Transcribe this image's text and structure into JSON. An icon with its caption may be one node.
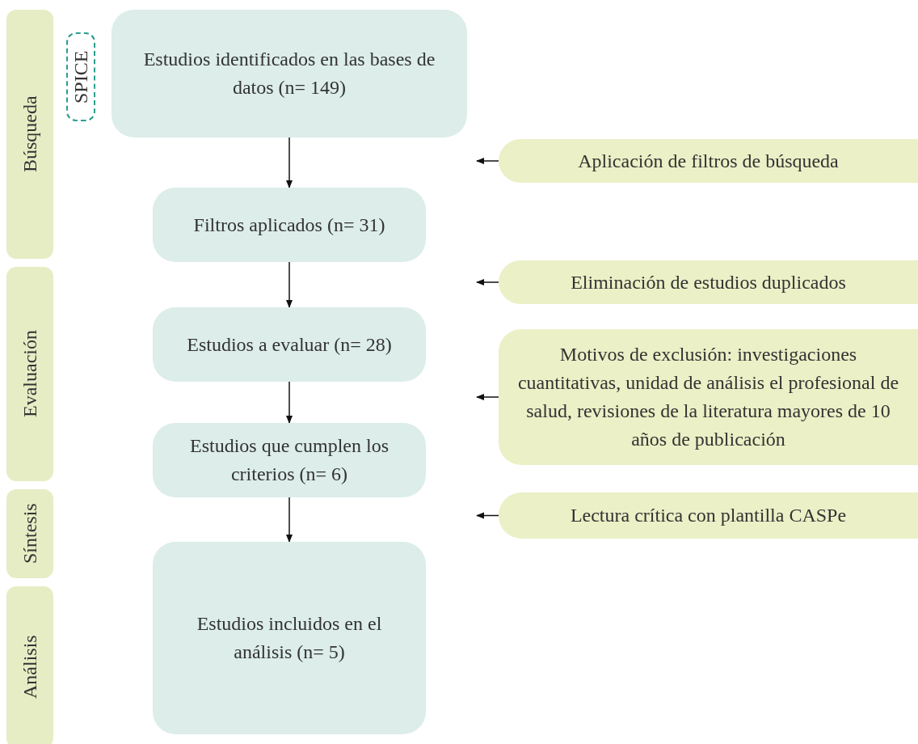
{
  "diagram": {
    "nodes": [
      {
        "text": [
          "Búsqueda"
        ]
      },
      {
        "text": [
          "SPICE"
        ]
      },
      {
        "text": [
          "Estudios identificados en las bases de datos (n= 149)"
        ]
      },
      {
        "text": [
          "Aplicación de filtros de búsqueda"
        ]
      },
      {
        "text": [
          "Filtros aplicados (n= 31)"
        ]
      },
      {
        "text": [
          "Evaluación"
        ]
      },
      {
        "text": [
          "Eliminación de estudios duplicados"
        ]
      },
      {
        "text": [
          "Estudios a evaluar (n= 28)"
        ]
      },
      {
        "text": [
          "Motivos de exclusión: investigaciones cuantitativas, unidad de análisis el profesional de salud, revisiones de la literatura mayores de 10 años de publicación"
        ]
      },
      {
        "text": [
          "Estudios que cumplen los criterios (n= 6)"
        ]
      },
      {
        "text": [
          "Síntesis"
        ]
      },
      {
        "text": [
          "Lectura crítica con plantilla CASPe"
        ]
      },
      {
        "text": [
          "Análisis"
        ]
      },
      {
        "text": [
          "Estudios incluidos en el análisis (n= 5)"
        ]
      }
    ],
    "edges": [
      {
        "from": 2,
        "to": 4,
        "arrow": "to"
      },
      {
        "from": 3,
        "to": null,
        "arrow": "to"
      },
      {
        "from": 4,
        "to": 7,
        "arrow": "to"
      },
      {
        "from": 6,
        "to": null,
        "arrow": "to"
      },
      {
        "from": 7,
        "to": 9,
        "arrow": "to"
      },
      {
        "from": 8,
        "to": null,
        "arrow": "to"
      },
      {
        "from": 9,
        "to": 13,
        "arrow": "to"
      },
      {
        "from": 11,
        "to": null,
        "arrow": "to"
      }
    ]
  }
}
